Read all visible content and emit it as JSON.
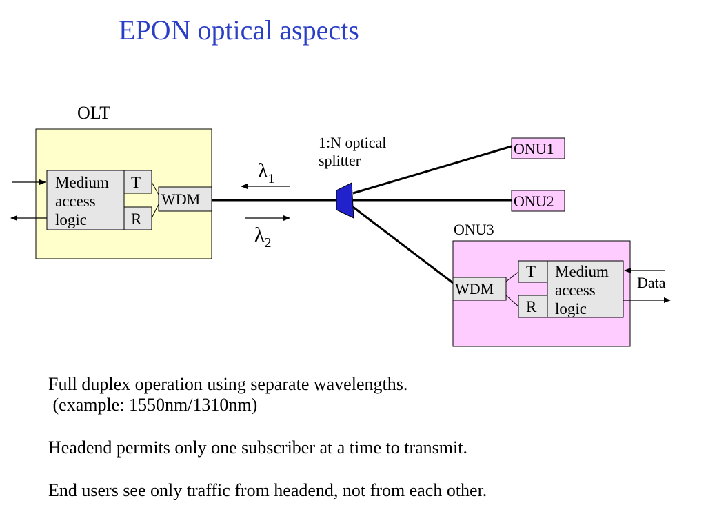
{
  "title": "EPON optical aspects",
  "colors": {
    "title": "#2b3fc6",
    "olt_fill": "#ffffcc",
    "onu_fill": "#ffccff",
    "block_fill": "#e6e6e6",
    "splitter": "#2222cc"
  },
  "olt": {
    "label": "OLT",
    "mac_line1": "Medium",
    "mac_line2": "access",
    "mac_line3": "logic",
    "tx": "T",
    "rx": "R",
    "wdm": "WDM"
  },
  "wavelengths": {
    "lambda1_symbol": "λ",
    "lambda1_sub": "1",
    "lambda2_symbol": "λ",
    "lambda2_sub": "2"
  },
  "splitter": {
    "line1": "1:N optical",
    "line2": "splitter"
  },
  "onus": {
    "onu1": "ONU1",
    "onu2": "ONU2",
    "onu3": "ONU3"
  },
  "onu3": {
    "wdm": "WDM",
    "tx": "T",
    "rx": "R",
    "mac_line1": "Medium",
    "mac_line2": "access",
    "mac_line3": "logic",
    "data": "Data"
  },
  "bullets": {
    "line1": "Full duplex operation using separate wavelengths.",
    "line2": " (example: 1550nm/1310nm)",
    "line3": "Headend permits only one subscriber at a time to transmit.",
    "line4": "End users see only traffic from headend, not from each other."
  }
}
